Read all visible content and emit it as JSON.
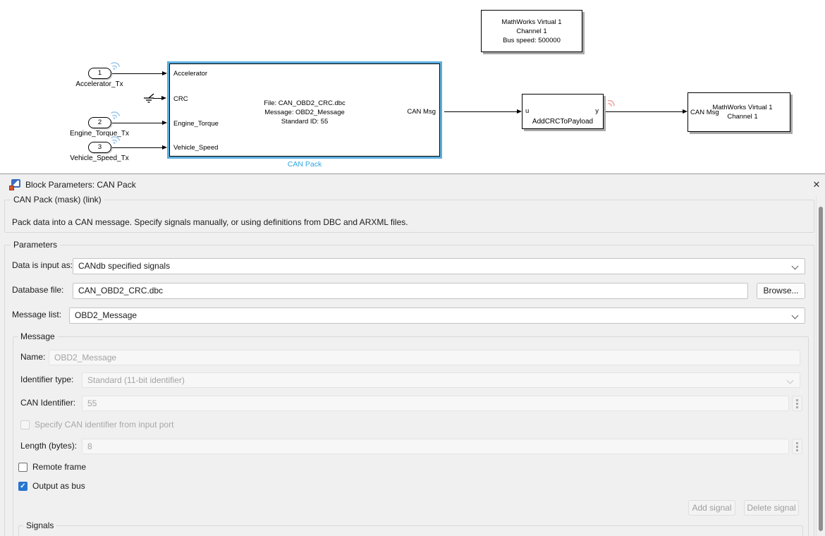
{
  "canvas": {
    "config_block": {
      "line1": "MathWorks Virtual 1",
      "line2": "Channel 1",
      "line3": "Bus speed: 500000"
    },
    "inports": [
      {
        "number": "1",
        "label": "Accelerator_Tx"
      },
      {
        "number": "2",
        "label": "Engine_Torque_Tx"
      },
      {
        "number": "3",
        "label": "Vehicle_Speed_Tx"
      }
    ],
    "can_pack": {
      "inputs": [
        "Accelerator",
        "CRC",
        "Engine_Torque",
        "Vehicle_Speed"
      ],
      "output": "CAN Msg",
      "line1": "File: CAN_OBD2_CRC.dbc",
      "line2": "Message: OBD2_Message",
      "line3": "Standard ID: 55",
      "label": "CAN Pack"
    },
    "crc_block": {
      "in": "u",
      "out": "y",
      "label": "AddCRCToPayload"
    },
    "tx_block": {
      "port": "CAN Msg",
      "line1": "MathWorks Virtual 1",
      "line2": "Channel 1"
    }
  },
  "dialog": {
    "title": "Block Parameters: CAN Pack",
    "close_glyph": "✕",
    "mask_group": {
      "legend": "CAN Pack (mask) (link)",
      "description": "Pack data into a CAN message. Specify signals manually, or using definitions from DBC and ARXML files."
    },
    "parameters": {
      "legend": "Parameters",
      "data_input_label": "Data is input as:",
      "data_input_value": "CANdb specified signals",
      "database_label": "Database file:",
      "database_value": "CAN_OBD2_CRC.dbc",
      "browse_label": "Browse...",
      "message_list_label": "Message list:",
      "message_list_value": "OBD2_Message"
    },
    "message_group": {
      "legend": "Message",
      "name_label": "Name:",
      "name_value": "OBD2_Message",
      "idtype_label": "Identifier type:",
      "idtype_value": "Standard (11-bit identifier)",
      "canid_label": "CAN Identifier:",
      "canid_value": "55",
      "specify_checkbox_label": "Specify CAN identifier from input port",
      "length_label": "Length (bytes):",
      "length_value": "8",
      "remote_checkbox_label": "Remote frame",
      "output_bus_checkbox_label": "Output as bus",
      "check_glyph": "✓",
      "add_signal_label": "Add signal",
      "delete_signal_label": "Delete signal",
      "signals_legend": "Signals"
    }
  },
  "colors": {
    "selection_blue": "#5caede",
    "selected_label_blue": "#2ea7e0",
    "checkbox_blue": "#2676d0",
    "wireless_badge_blue": "#9dc8ec",
    "wireless_badge_red": "#ef9f9f",
    "dialog_bg": "#f0f0f0"
  }
}
